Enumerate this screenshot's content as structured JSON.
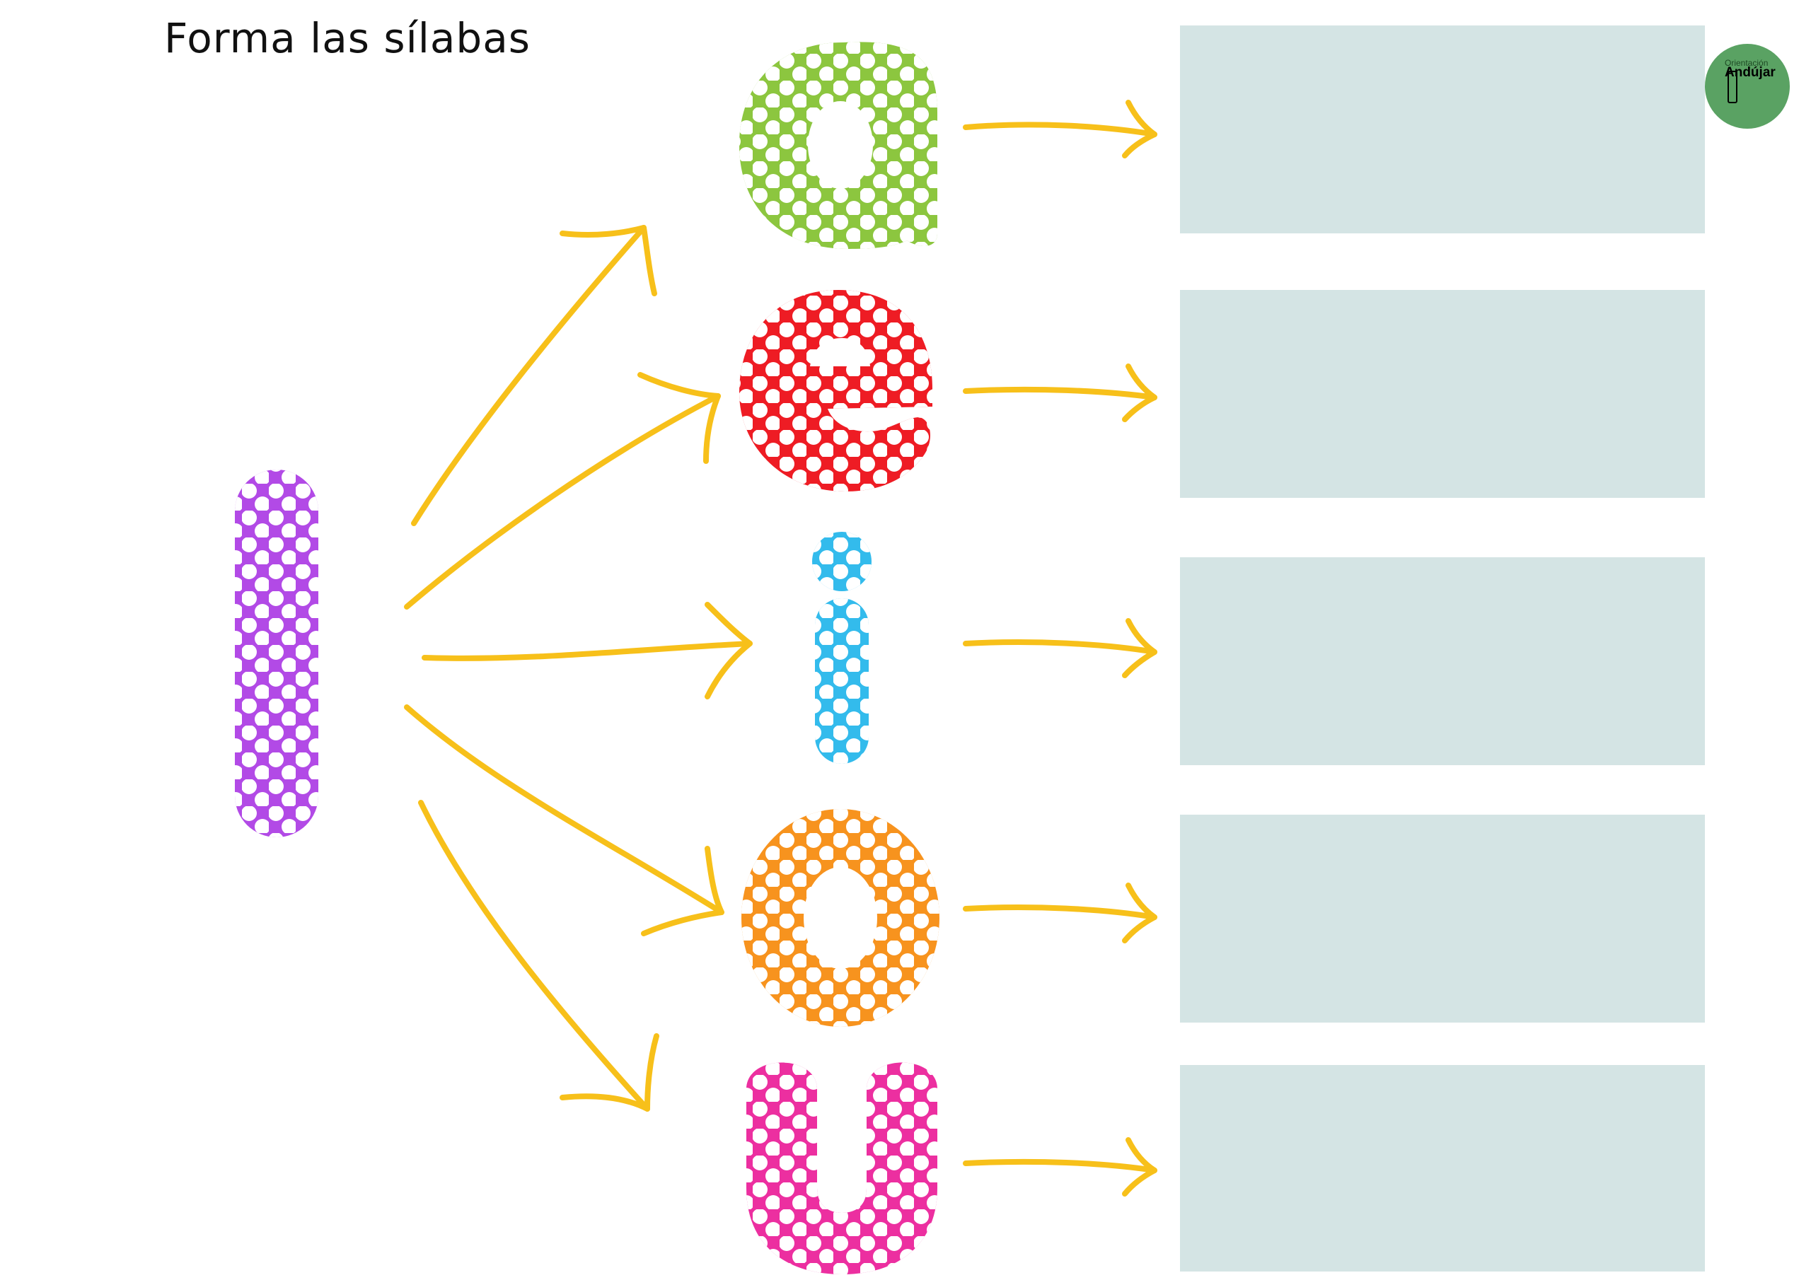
{
  "worksheet": {
    "title": "Forma las sílabas",
    "consonant": "l",
    "vowels": [
      "a",
      "e",
      "i",
      "o",
      "u"
    ],
    "colors": {
      "consonant": "#b24ae6",
      "a": "#8cc63f",
      "e": "#ee1c24",
      "i": "#33bbec",
      "o": "#f7931e",
      "u": "#ec2fa0",
      "arrow": "#f7c01a",
      "answer_box": "#d4e4e4"
    },
    "answer_boxes": 5
  },
  "logo": {
    "line1": "Orientación",
    "line2": "Andújar",
    "icon": "pencil-icon"
  }
}
